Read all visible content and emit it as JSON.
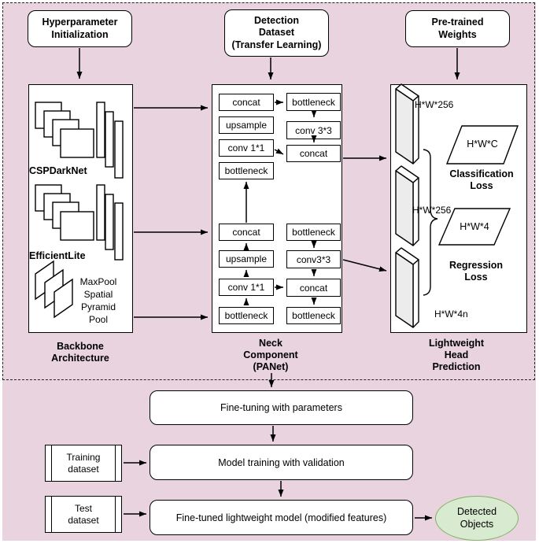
{
  "colors": {
    "background": "#e8d3df",
    "box_fill": "#ffffff",
    "line": "#000000",
    "detected_fill": "#d8ead0",
    "detected_border": "#82b366",
    "slab_fill": "#ececec"
  },
  "header_boxes": {
    "hyperparameter": "Hyperparameter\nInitialization",
    "detection": "Detection\nDataset\n(Transfer Learning)",
    "pretrained": "Pre-trained\nWeights"
  },
  "backbone": {
    "csp_label": "CSPDarkNet",
    "efficient_label": "EfficientLite",
    "maxpool_label": "MaxPool\nSpatial\nPyramid\nPool",
    "caption": "Backbone\nArchitecture"
  },
  "neck": {
    "caption": "Neck\nComponent\n(PANet)",
    "top": {
      "left": [
        "concat",
        "upsample",
        "conv 1*1",
        "bottleneck"
      ],
      "right": [
        "bottleneck",
        "conv 3*3",
        "concat"
      ]
    },
    "bottom": {
      "left": [
        "concat",
        "upsample",
        "conv 1*1",
        "bottleneck"
      ],
      "right": [
        "bottleneck",
        "conv3*3",
        "concat",
        "bottleneck"
      ]
    }
  },
  "head": {
    "caption": "Lightweight\nHead\nPrediction",
    "dim_top": "H*W*256",
    "dim_mid": "H*W*256",
    "dim_bottom": "H*W*4n",
    "classification_shape": "H*W*C",
    "regression_shape": "H*W*4",
    "classification_loss": "Classification\nLoss",
    "regression_loss": "Regression\nLoss"
  },
  "pipeline": {
    "fine_tuning": "Fine-tuning with parameters",
    "model_training": "Model training with validation",
    "fine_tuned_model": "Fine-tuned lightweight model (modified features)",
    "training_dataset": "Training\ndataset",
    "test_dataset": "Test\ndataset",
    "detected_objects": "Detected\nObjects"
  }
}
